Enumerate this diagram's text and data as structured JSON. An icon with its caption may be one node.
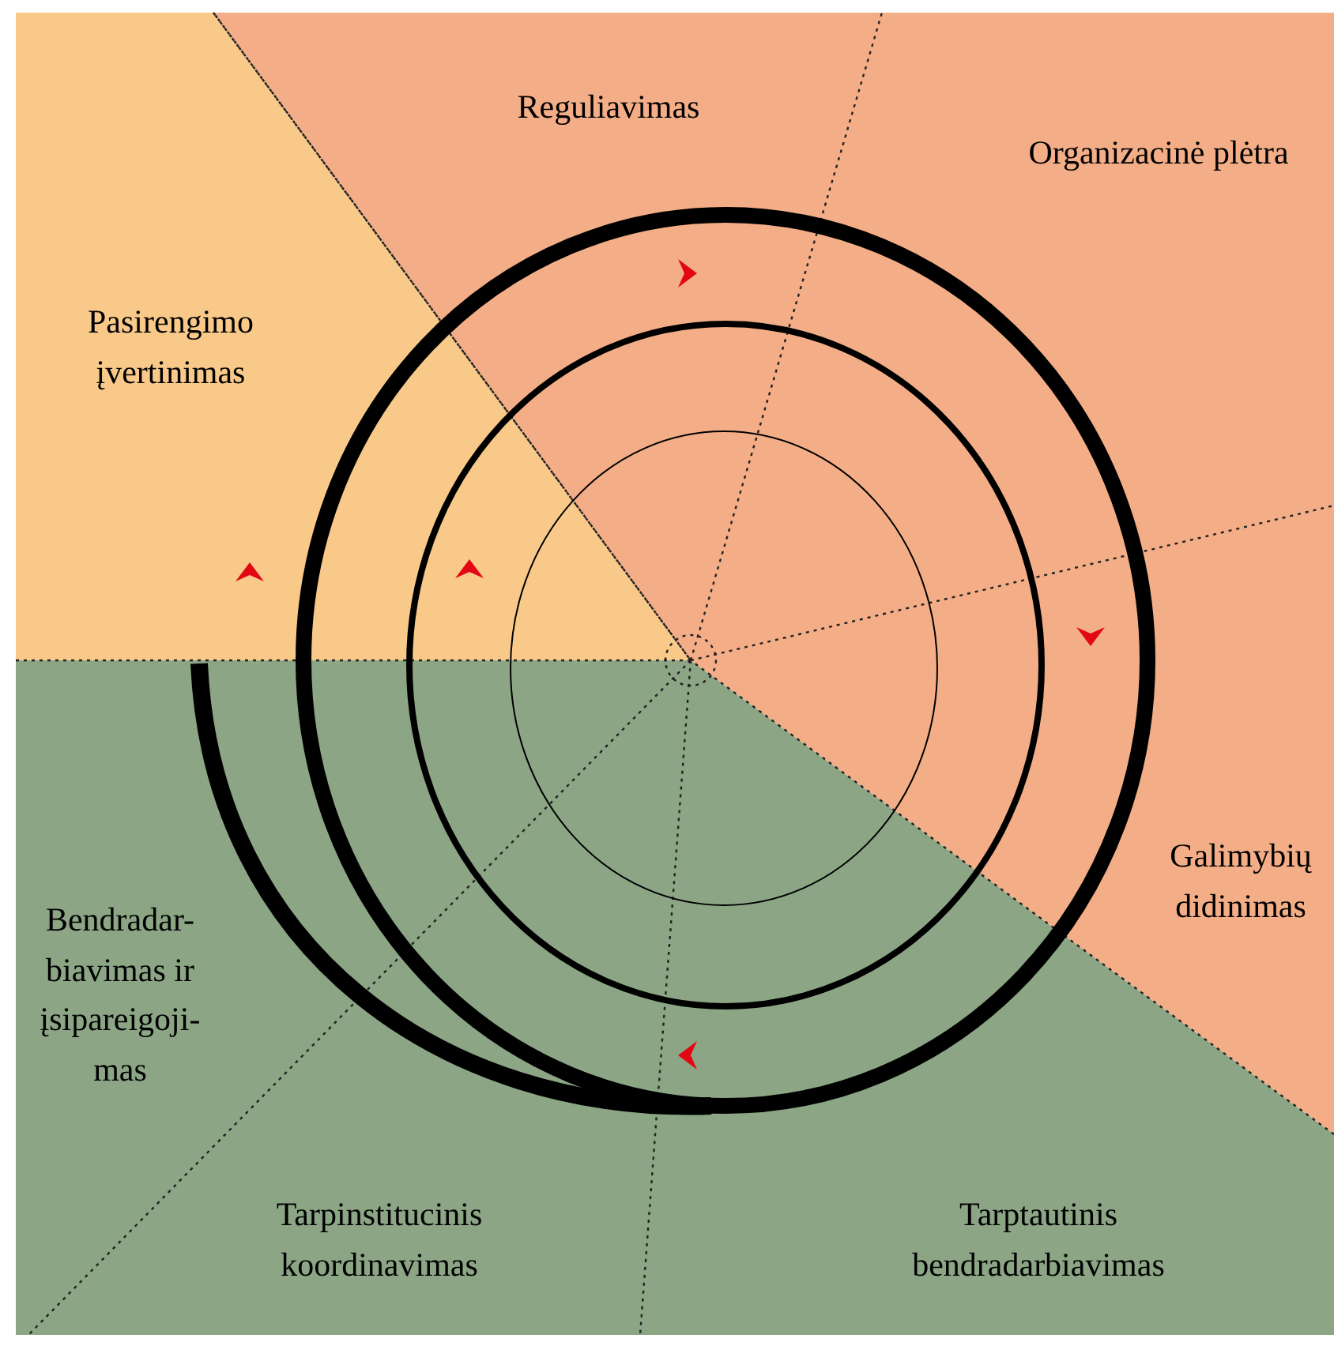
{
  "diagram": {
    "labels": [
      "Reguliavimas",
      "Organizacinė plėtra",
      "Pasirengimo įvertinimas",
      "Galimybių didinimas",
      "Bendradar- biavimas ir įsipareigoji- mas",
      "Tarpinstitucinis koordinavimas",
      "Tarptautinis bendradarbiavimas"
    ]
  }
}
